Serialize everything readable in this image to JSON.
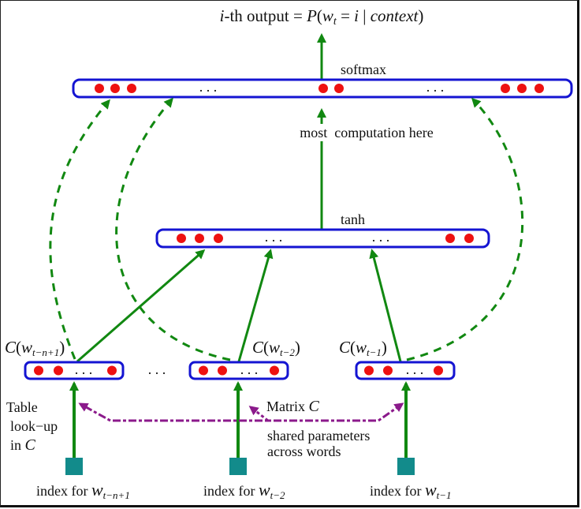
{
  "title": {
    "prefix": "i",
    "middle": "-th output = ",
    "P": "P",
    "paren_open": "(",
    "w": "w",
    "sub_t": "t",
    "eq": " = ",
    "i": "i",
    "bar": " | ",
    "context": "context",
    "paren_close": ")"
  },
  "labels": {
    "softmax": "softmax",
    "tanh": "tanh",
    "most_computation": "most  computation here",
    "dots": ". . .",
    "matrix_c": "Matrix",
    "matrix_c_sym": "C",
    "shared_1": "shared parameters",
    "shared_2": "across words",
    "table_1": "Table",
    "table_2": "look−up",
    "table_3_pre": "in",
    "table_3_sym": "C"
  },
  "embeddings": [
    {
      "label_C": "C",
      "label_w": "w",
      "label_sub": "t−n+1"
    },
    {
      "label_C": "C",
      "label_w": "w",
      "label_sub": "t−2"
    },
    {
      "label_C": "C",
      "label_w": "w",
      "label_sub": "t−1"
    }
  ],
  "indexes": [
    {
      "prefix": "index for ",
      "w": "w",
      "sub": "t−n+1"
    },
    {
      "prefix": "index for ",
      "w": "w",
      "sub": "t−2"
    },
    {
      "prefix": "index for ",
      "w": "w",
      "sub": "t−1"
    }
  ],
  "colors": {
    "box": "#1414d2",
    "node": "#ee1111",
    "arrow": "#118811",
    "dashed": "#118811",
    "shared": "#8b1a8b",
    "index": "#128b8b"
  }
}
